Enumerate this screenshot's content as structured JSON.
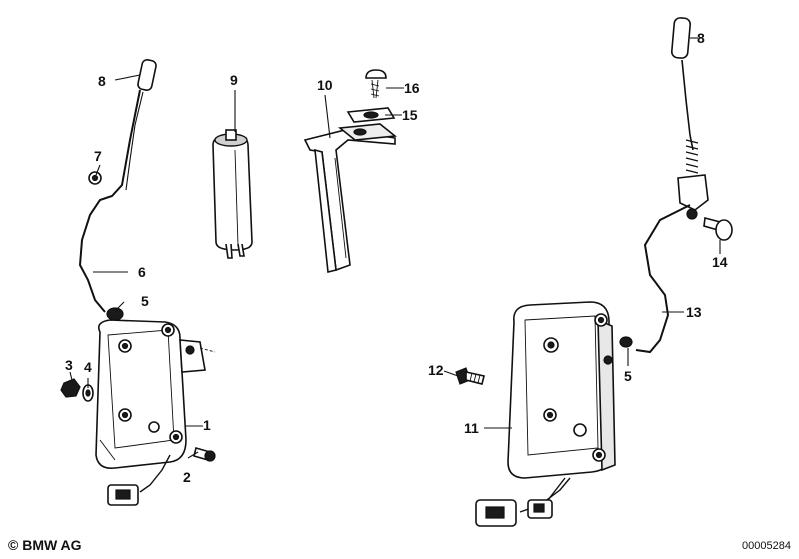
{
  "labels": {
    "l8a": "8",
    "l7": "7",
    "l6": "6",
    "l5a": "5",
    "l3": "3",
    "l4": "4",
    "l1": "1",
    "l2": "2",
    "l9": "9",
    "l10": "10",
    "l16": "16",
    "l15": "15",
    "l8b": "8",
    "l14": "14",
    "l13": "13",
    "l5b": "5",
    "l12": "12",
    "l11": "11"
  },
  "footer": {
    "copyright": "© BMW AG",
    "code": "00005284"
  }
}
